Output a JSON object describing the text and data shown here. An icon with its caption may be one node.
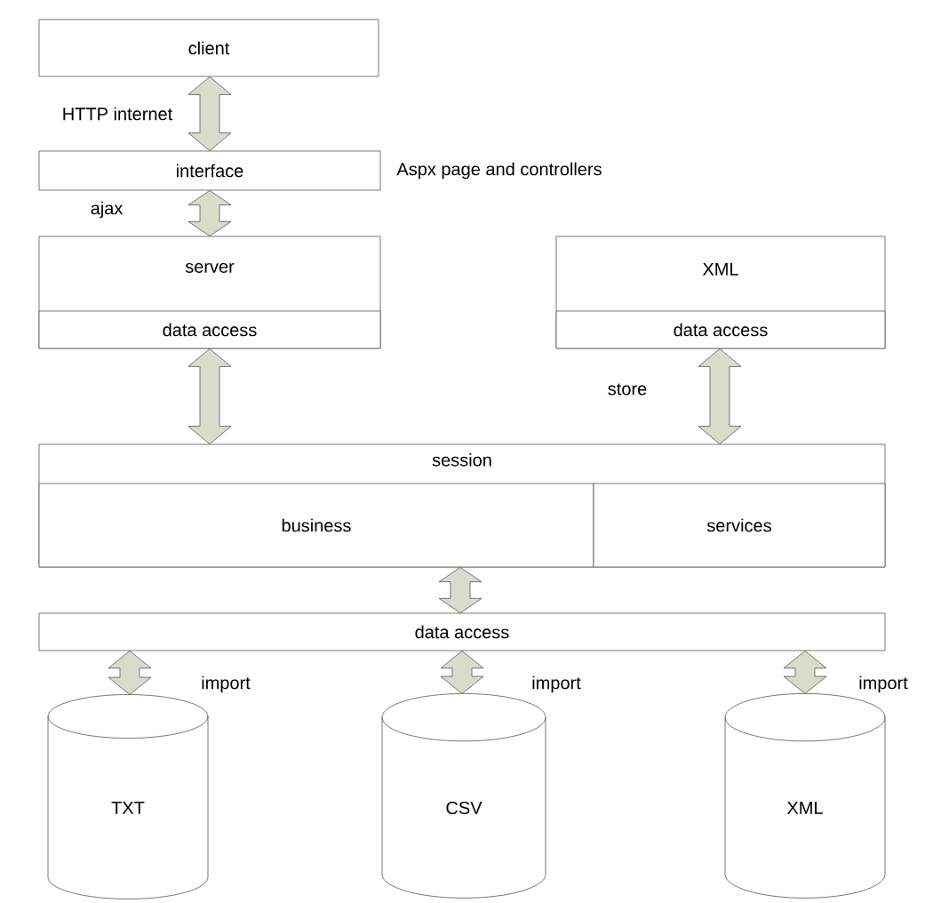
{
  "diagram": {
    "nodes": [
      {
        "text": [
          "client"
        ]
      },
      {
        "text": [
          "interface"
        ],
        "beside": [
          "Aspx page and controllers"
        ]
      },
      {
        "text": [
          "server"
        ]
      },
      {
        "text": [
          "data access"
        ],
        "in": 2
      },
      {
        "text": [
          "XML"
        ]
      },
      {
        "text": [
          "data access"
        ],
        "in": 4
      },
      {
        "text": [
          "session"
        ]
      },
      {
        "text": [
          "business"
        ],
        "in": 6
      },
      {
        "text": [
          "services"
        ],
        "in": 6
      },
      {
        "text": [
          "data access"
        ]
      },
      {
        "text": [
          "TXT"
        ]
      },
      {
        "text": [
          "CSV"
        ]
      },
      {
        "text": [
          "XML"
        ]
      }
    ],
    "edges": [
      {
        "from": 0,
        "to": 1,
        "arrow": "both",
        "label": "HTTP internet"
      },
      {
        "from": 1,
        "to": 2,
        "arrow": "both",
        "label": "ajax"
      },
      {
        "from": 3,
        "to": 6,
        "arrow": "both"
      },
      {
        "from": 5,
        "to": 6,
        "arrow": "both",
        "label": "store"
      },
      {
        "from": 6,
        "to": 9,
        "arrow": "both"
      },
      {
        "from": 9,
        "to": 10,
        "arrow": "both",
        "label": "import"
      },
      {
        "from": 9,
        "to": 11,
        "arrow": "both",
        "label": "import"
      },
      {
        "from": 9,
        "to": 12,
        "arrow": "both",
        "label": "import"
      }
    ]
  }
}
